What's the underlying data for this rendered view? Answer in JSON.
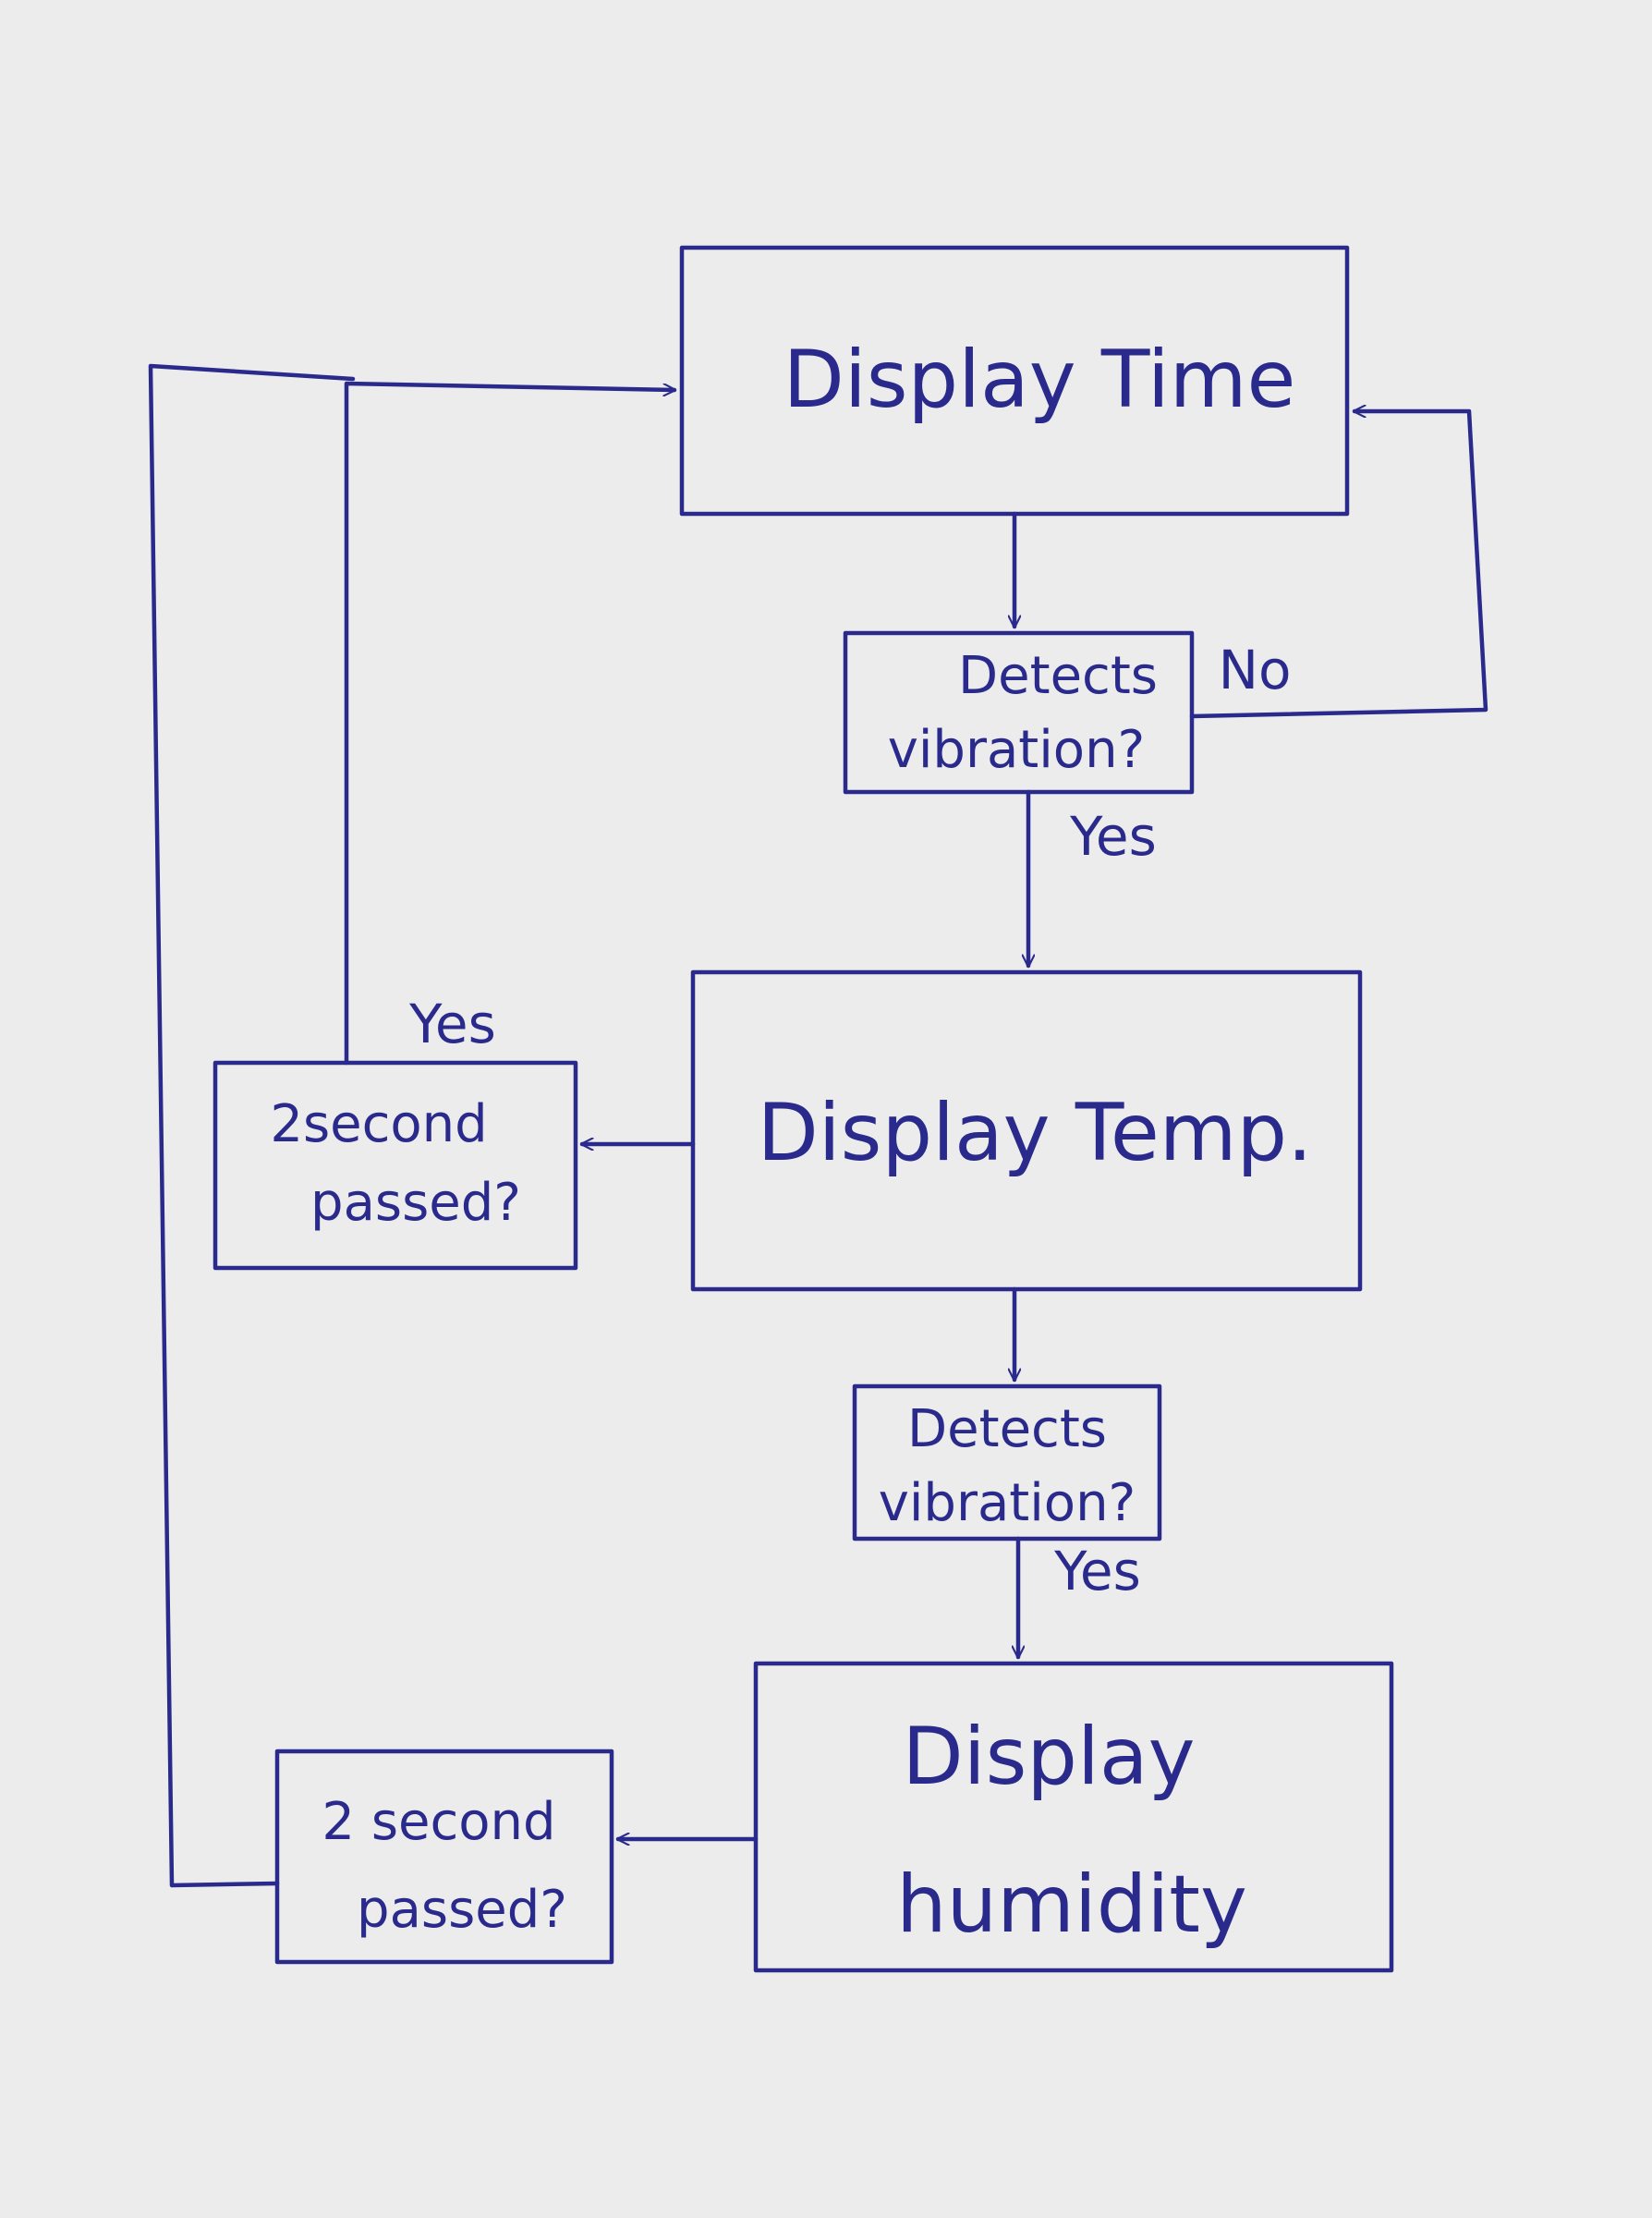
{
  "nodes": {
    "display_time": "Display Time",
    "detects_vibration_1": {
      "line1": "Detects",
      "line2": "vibration?"
    },
    "display_temp": "Display Temp.",
    "two_second_1": {
      "line1": "2second",
      "line2": "passed?"
    },
    "detects_vibration_2": {
      "line1": "Detects",
      "line2": "vibration?"
    },
    "display_humidity": {
      "line1": "Display",
      "line2": "humidity"
    },
    "two_second_2": {
      "line1": "2 second",
      "line2": "passed?"
    }
  },
  "edge_labels": {
    "no_1": "No",
    "yes_1": "Yes",
    "yes_2": "Yes",
    "yes_3": "Yes"
  },
  "colors": {
    "ink": "#2a2a8c",
    "paper": "#ececec"
  }
}
